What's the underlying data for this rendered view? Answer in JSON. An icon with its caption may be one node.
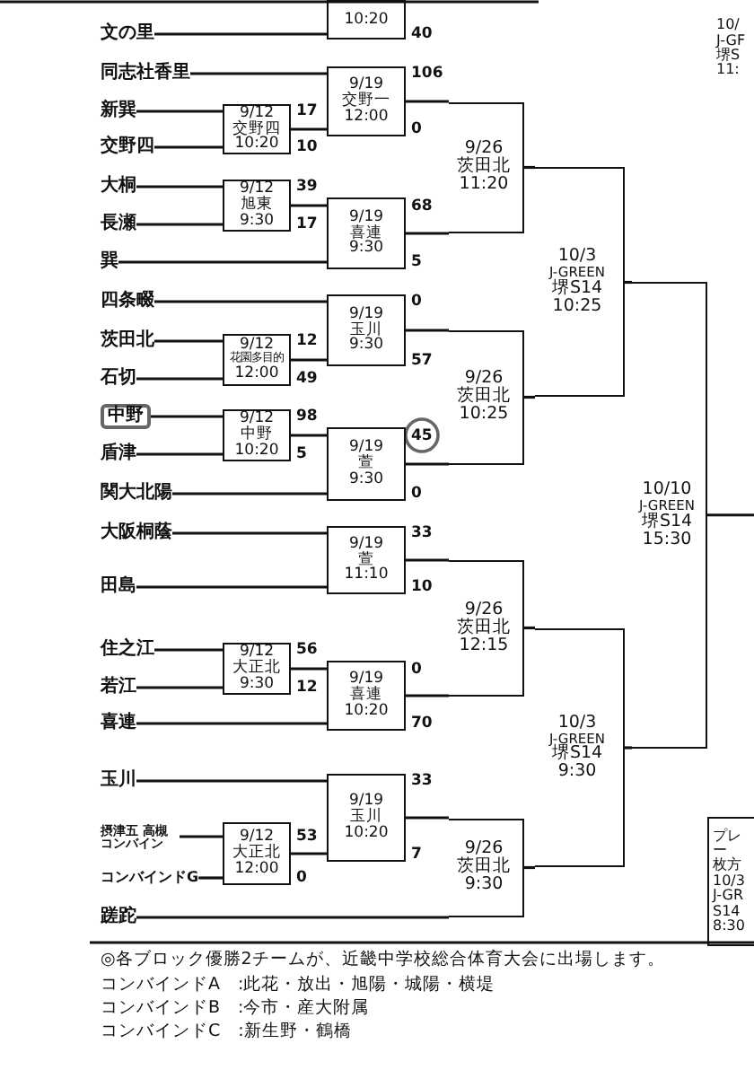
{
  "diagram": {
    "nodes": [
      {
        "text": [
          "文の里"
        ]
      },
      {
        "text": [
          "同志社香里"
        ]
      },
      {
        "text": [
          "新巽"
        ]
      },
      {
        "text": [
          "交野四"
        ]
      },
      {
        "text": [
          "大桐"
        ]
      },
      {
        "text": [
          "長瀬"
        ]
      },
      {
        "text": [
          "巽"
        ]
      },
      {
        "text": [
          "四条畷"
        ]
      },
      {
        "text": [
          "茨田北"
        ]
      },
      {
        "text": [
          "石切"
        ]
      },
      {
        "text": [
          "中野"
        ]
      },
      {
        "text": [
          "盾津"
        ]
      },
      {
        "text": [
          "関大北陽"
        ]
      },
      {
        "text": [
          "大阪桐蔭"
        ]
      },
      {
        "text": [
          "田島"
        ]
      },
      {
        "text": [
          "住之江"
        ]
      },
      {
        "text": [
          "若江"
        ]
      },
      {
        "text": [
          "喜連"
        ]
      },
      {
        "text": [
          "玉川"
        ]
      },
      {
        "text": [
          "摂津五 高槻コンバイン"
        ]
      },
      {
        "text": [
          "コンバインドG"
        ]
      },
      {
        "text": [
          "蹉跎"
        ]
      },
      {
        "text": [
          "10:20"
        ]
      },
      {
        "text": [
          "9/12",
          "交野四",
          "10:20"
        ]
      },
      {
        "text": [
          "9/12",
          "旭東",
          "9:30"
        ]
      },
      {
        "text": [
          "9/12",
          "花園多目的",
          "12:00"
        ]
      },
      {
        "text": [
          "9/12",
          "中野",
          "10:20"
        ]
      },
      {
        "text": [
          "9/12",
          "大正北",
          "9:30"
        ]
      },
      {
        "text": [
          "9/12",
          "大正北",
          "12:00"
        ]
      },
      {
        "text": [
          "9/19",
          "交野一",
          "12:00"
        ]
      },
      {
        "text": [
          "9/19",
          "喜連",
          "9:30"
        ]
      },
      {
        "text": [
          "9/19",
          "玉川",
          "9:30"
        ]
      },
      {
        "text": [
          "9/19",
          "萱",
          "9:30"
        ]
      },
      {
        "text": [
          "9/19",
          "萱",
          "11:10"
        ]
      },
      {
        "text": [
          "9/19",
          "喜連",
          "10:20"
        ]
      },
      {
        "text": [
          "9/19",
          "玉川",
          "10:20"
        ]
      },
      {
        "text": [
          "9/26",
          "茨田北",
          "11:20"
        ]
      },
      {
        "text": [
          "9/26",
          "茨田北",
          "10:25"
        ]
      },
      {
        "text": [
          "9/26",
          "茨田北",
          "12:15"
        ]
      },
      {
        "text": [
          "9/26",
          "茨田北",
          "9:30"
        ]
      },
      {
        "text": [
          "10/3",
          "J-GREEN",
          "堺S14",
          "10:25"
        ]
      },
      {
        "text": [
          "10/3",
          "J-GREEN",
          "堺S14",
          "9:30"
        ]
      },
      {
        "text": [
          "10/10",
          "J-GREEN",
          "堺S14",
          "15:30"
        ]
      },
      {
        "text": [
          "10/",
          "J-GF",
          "堺S",
          "11:"
        ]
      },
      {
        "text": [
          "プレー",
          "枚方",
          "10/3",
          "J-GR",
          "S14",
          "8:30"
        ]
      }
    ],
    "edges": [
      {
        "from": 0,
        "to": 22,
        "arrow": "none"
      },
      {
        "from": 2,
        "to": 23,
        "arrow": "none"
      },
      {
        "from": 3,
        "to": 23,
        "arrow": "none"
      },
      {
        "from": 1,
        "to": 29,
        "arrow": "none"
      },
      {
        "from": 23,
        "to": 29,
        "arrow": "none"
      },
      {
        "from": 4,
        "to": 24,
        "arrow": "none"
      },
      {
        "from": 5,
        "to": 24,
        "arrow": "none"
      },
      {
        "from": 24,
        "to": 30,
        "arrow": "none"
      },
      {
        "from": 6,
        "to": 30,
        "arrow": "none"
      },
      {
        "from": 7,
        "to": 31,
        "arrow": "none"
      },
      {
        "from": 8,
        "to": 25,
        "arrow": "none"
      },
      {
        "from": 9,
        "to": 25,
        "arrow": "none"
      },
      {
        "from": 25,
        "to": 31,
        "arrow": "none"
      },
      {
        "from": 10,
        "to": 26,
        "arrow": "none"
      },
      {
        "from": 11,
        "to": 26,
        "arrow": "none"
      },
      {
        "from": 26,
        "to": 32,
        "arrow": "none"
      },
      {
        "from": 12,
        "to": 32,
        "arrow": "none"
      },
      {
        "from": 13,
        "to": 33,
        "arrow": "none"
      },
      {
        "from": 14,
        "to": 33,
        "arrow": "none"
      },
      {
        "from": 15,
        "to": 27,
        "arrow": "none"
      },
      {
        "from": 16,
        "to": 27,
        "arrow": "none"
      },
      {
        "from": 27,
        "to": 34,
        "arrow": "none"
      },
      {
        "from": 17,
        "to": 34,
        "arrow": "none"
      },
      {
        "from": 18,
        "to": 35,
        "arrow": "none"
      },
      {
        "from": 19,
        "to": 28,
        "arrow": "none"
      },
      {
        "from": 20,
        "to": 28,
        "arrow": "none"
      },
      {
        "from": 28,
        "to": 35,
        "arrow": "none"
      },
      {
        "from": 29,
        "to": 36,
        "arrow": "none"
      },
      {
        "from": 30,
        "to": 36,
        "arrow": "none"
      },
      {
        "from": 31,
        "to": 37,
        "arrow": "none"
      },
      {
        "from": 32,
        "to": 37,
        "arrow": "none"
      },
      {
        "from": 33,
        "to": 38,
        "arrow": "none"
      },
      {
        "from": 34,
        "to": 38,
        "arrow": "none"
      },
      {
        "from": 35,
        "to": 39,
        "arrow": "none"
      },
      {
        "from": 21,
        "to": 39,
        "arrow": "none"
      },
      {
        "from": 36,
        "to": 40,
        "arrow": "none"
      },
      {
        "from": 37,
        "to": 40,
        "arrow": "none"
      },
      {
        "from": 38,
        "to": 41,
        "arrow": "none"
      },
      {
        "from": 39,
        "to": 41,
        "arrow": "none"
      },
      {
        "from": 40,
        "to": 42,
        "arrow": "none"
      },
      {
        "from": 41,
        "to": 42,
        "arrow": "none"
      },
      {
        "from": 42,
        "to": null,
        "arrow": "none"
      }
    ],
    "labels": [
      "40",
      "106",
      "17",
      "0",
      "10",
      "39",
      "68",
      "17",
      "5",
      "0",
      "12",
      "57",
      "49",
      "98",
      "45",
      "5",
      "0",
      "33",
      "10",
      "56",
      "0",
      "12",
      "70",
      "33",
      "53",
      "7",
      "0",
      "◎各ブロック優勝2チームが、近畿中学校総合体育大会に出場します。",
      "コンバインドA　:此花・放出・旭陽・城陽・横堤",
      "コンバインドB　:今市・産大附属",
      "コンバインドC　:新生野・鶴橋"
    ]
  }
}
